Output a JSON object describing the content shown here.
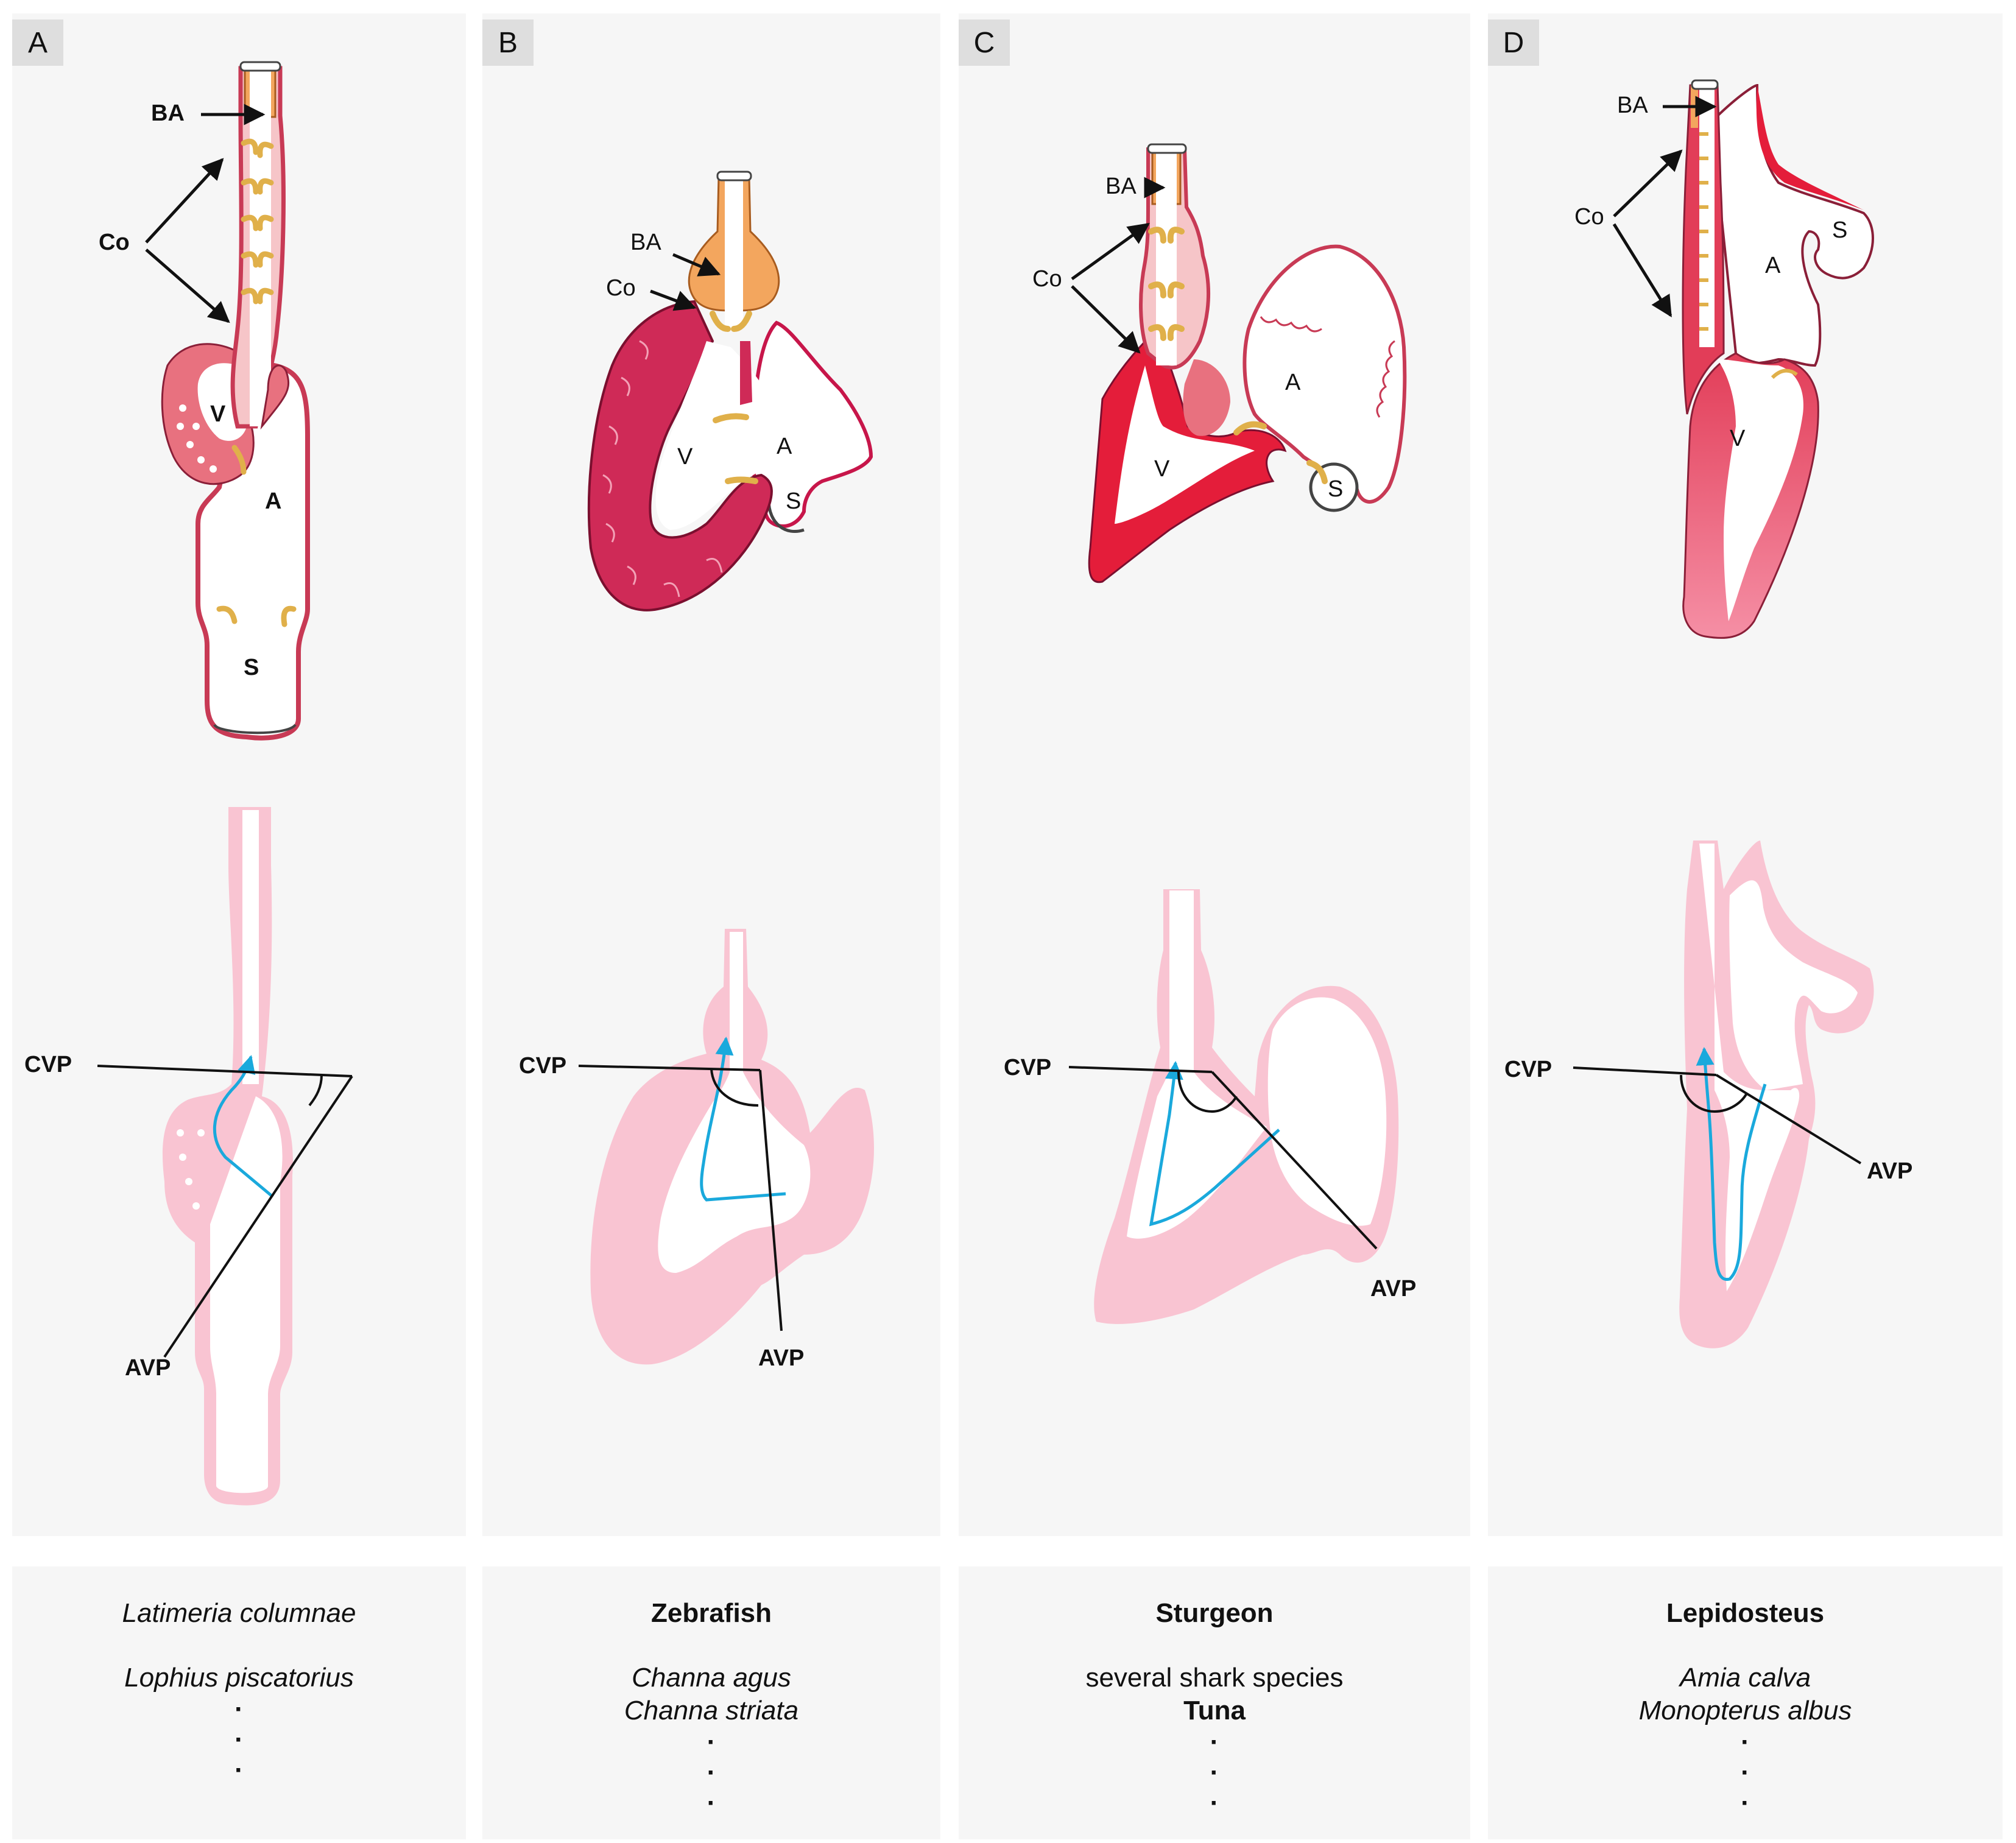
{
  "panels": [
    {
      "letter": "A",
      "labels": {
        "ba": "BA",
        "co": "Co",
        "v": "V",
        "a": "A",
        "s": "S",
        "cvp": "CVP",
        "avp": "AVP"
      },
      "caption": {
        "title": "Latimeria columnae",
        "lines": [
          "Lophius piscatorius"
        ],
        "dots": "·\n·\n·"
      }
    },
    {
      "letter": "B",
      "labels": {
        "ba": "BA",
        "co": "Co",
        "v": "V",
        "a": "A",
        "s": "S",
        "cvp": "CVP",
        "avp": "AVP"
      },
      "caption": {
        "title": "Zebrafish",
        "lines": [
          "Channa agus",
          "Channa striata"
        ],
        "dots": "·\n·\n·"
      }
    },
    {
      "letter": "C",
      "labels": {
        "ba": "BA",
        "co": "Co",
        "v": "V",
        "a": "A",
        "s": "S",
        "cvp": "CVP",
        "avp": "AVP"
      },
      "caption": {
        "title": "Sturgeon",
        "lines": [
          "several shark species",
          "Tuna"
        ],
        "dots": "·\n·\n·"
      }
    },
    {
      "letter": "D",
      "labels": {
        "ba": "BA",
        "co": "Co",
        "v": "V",
        "a": "A",
        "s": "S",
        "cvp": "CVP",
        "avp": "AVP"
      },
      "caption": {
        "title": "Lepidosteus",
        "lines": [
          "Amia calva",
          "Monopterus albus"
        ],
        "dots": "·\n·\n·"
      }
    }
  ],
  "colors": {
    "panel_bg": "#f6f6f6",
    "myocardium": "#d6294f",
    "myocardium_light": "#ef8a98",
    "outflow": "#f3a65e",
    "valve": "#f5dc8c",
    "ghost": "#f9c4d2",
    "flow_line": "#1aa9dc"
  }
}
